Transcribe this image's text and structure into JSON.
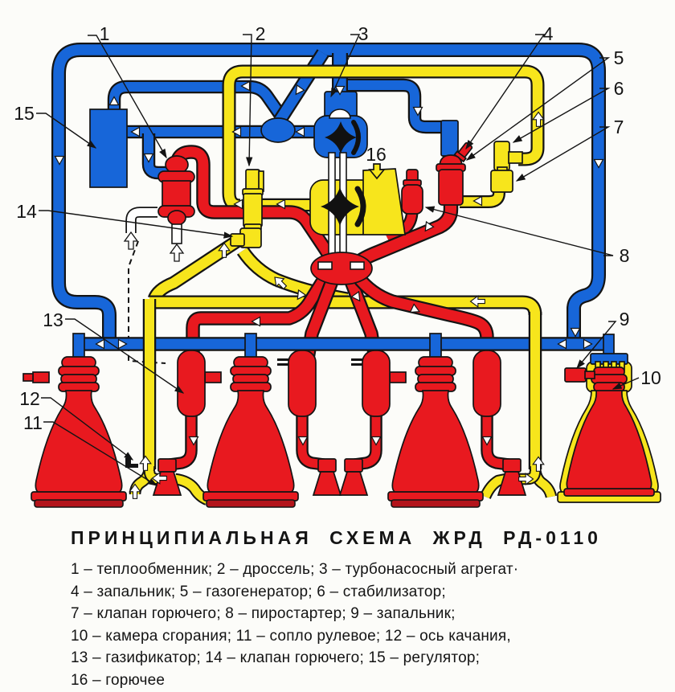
{
  "diagram": {
    "title": "ПРИНЦИПИАЛЬНАЯ СХЕМА ЖРД РД-0110",
    "legend_lines": [
      "1 – теплообменник; 2 – дроссель; 3 – турбонасосный агрегат·",
      "4 – запальник; 5 – газогенератор; 6 – стабилизатор;",
      "7 – клапан горючего; 8 – пиростартер; 9 – запальник;",
      "10 – камера сгорания; 11 – сопло рулевое; 12 – ось качания,",
      "13 – газификатор; 14 – клапан горючего; 15 – регулятор;",
      "16 – горючее"
    ],
    "callouts": [
      {
        "number": "1",
        "label": "теплообменник"
      },
      {
        "number": "2",
        "label": "дроссель"
      },
      {
        "number": "3",
        "label": "турбонасосный агрегат"
      },
      {
        "number": "4",
        "label": "запальник"
      },
      {
        "number": "5",
        "label": "газогенератор"
      },
      {
        "number": "6",
        "label": "стабилизатор"
      },
      {
        "number": "7",
        "label": "клапан горючего"
      },
      {
        "number": "8",
        "label": "пиростартер"
      },
      {
        "number": "9",
        "label": "запальник"
      },
      {
        "number": "10",
        "label": "камера сгорания"
      },
      {
        "number": "11",
        "label": "сопло рулевое"
      },
      {
        "number": "12",
        "label": "ось качания"
      },
      {
        "number": "13",
        "label": "газификатор"
      },
      {
        "number": "14",
        "label": "клапан горючего"
      },
      {
        "number": "15",
        "label": "регулятор"
      },
      {
        "number": "16",
        "label": "горючее"
      }
    ],
    "colors": {
      "oxidizer_line": "#1766d9",
      "hot_gas_line": "#e8191f",
      "fuel_line": "#f7e51c",
      "outline": "#141414",
      "background": "#fcfcf9"
    }
  }
}
